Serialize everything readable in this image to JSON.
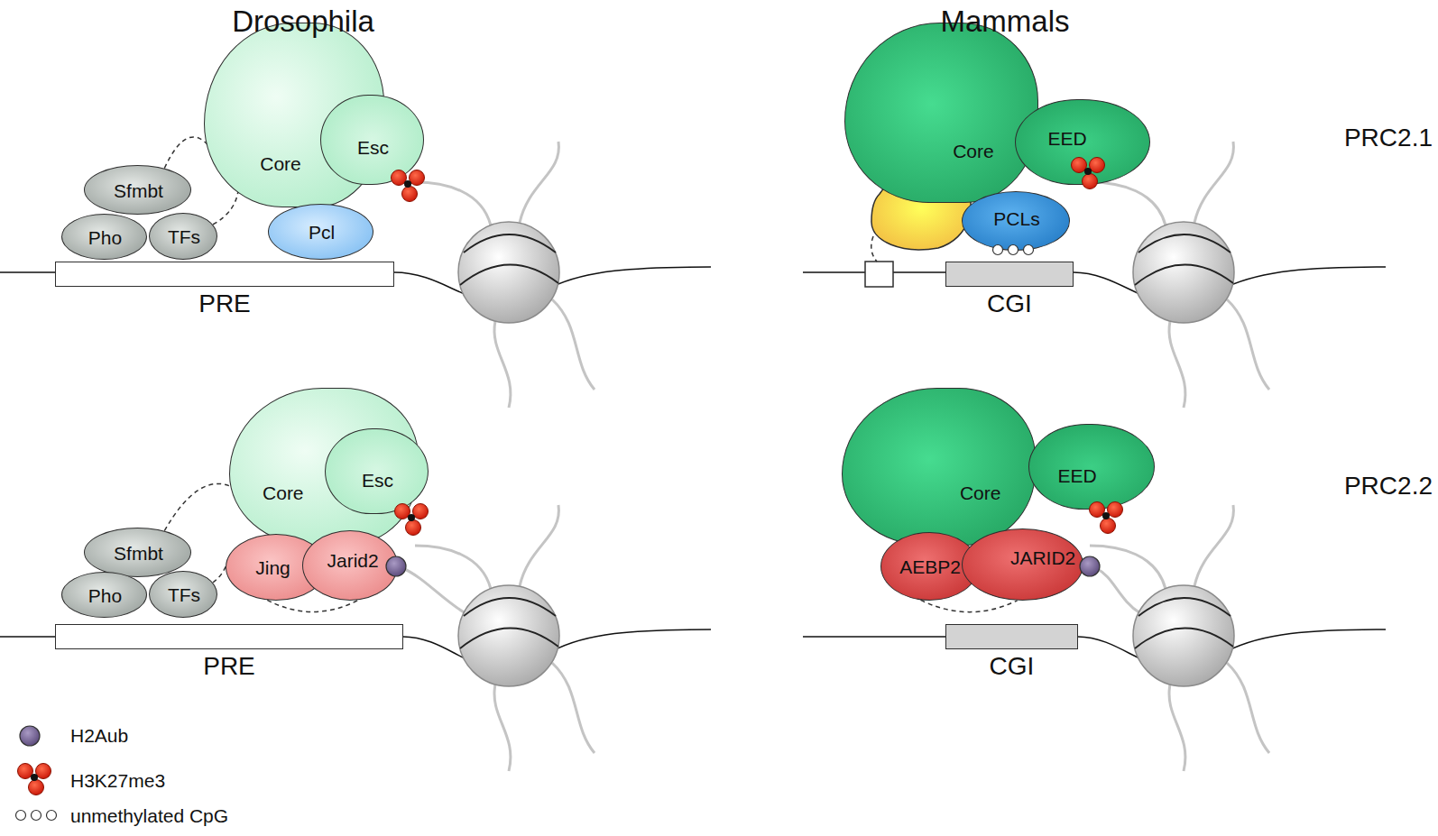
{
  "diagram": {
    "nodes": [
      {
        "text": [
          "Sfmbt"
        ]
      },
      {
        "text": [
          "Pho"
        ]
      },
      {
        "text": [
          "TFs"
        ]
      },
      {
        "text": [
          "Core"
        ]
      },
      {
        "text": [
          "Esc"
        ]
      },
      {
        "text": [
          "Pcl"
        ]
      },
      {
        "text": [
          "PRE"
        ]
      },
      {
        "text": [
          "Core"
        ]
      },
      {
        "text": [
          "EED"
        ]
      },
      {
        "text": [
          "PCLs"
        ]
      },
      {
        "text": [
          "CGI"
        ]
      },
      {
        "text": [
          "Sfmbt"
        ]
      },
      {
        "text": [
          "Pho"
        ]
      },
      {
        "text": [
          "TFs"
        ]
      },
      {
        "text": [
          "Core"
        ]
      },
      {
        "text": [
          "Esc"
        ]
      },
      {
        "text": [
          "Jing"
        ]
      },
      {
        "text": [
          "Jarid2"
        ]
      },
      {
        "text": [
          "PRE"
        ]
      },
      {
        "text": [
          "Core"
        ]
      },
      {
        "text": [
          "EED"
        ]
      },
      {
        "text": [
          "AEBP2"
        ]
      },
      {
        "text": [
          "JARID2"
        ]
      },
      {
        "text": [
          "CGI"
        ]
      }
    ],
    "edges": [
      {
        "from": 0,
        "to": 3,
        "arrow": "none"
      },
      {
        "from": 2,
        "to": 3,
        "arrow": "none"
      },
      {
        "from": 11,
        "to": 14,
        "arrow": "none"
      },
      {
        "from": 13,
        "to": 16,
        "arrow": "none"
      },
      {
        "from": 16,
        "to": 17,
        "arrow": "none"
      },
      {
        "from": 21,
        "to": 22,
        "arrow": "none"
      }
    ],
    "labels": [
      "Drosophila",
      "Mammals",
      "PRC2.1",
      "PRC2.2"
    ],
    "legend": [
      {
        "text": "H2Aub"
      },
      {
        "text": "H3K27me3"
      },
      {
        "text": "unmethylated CpG"
      }
    ]
  }
}
